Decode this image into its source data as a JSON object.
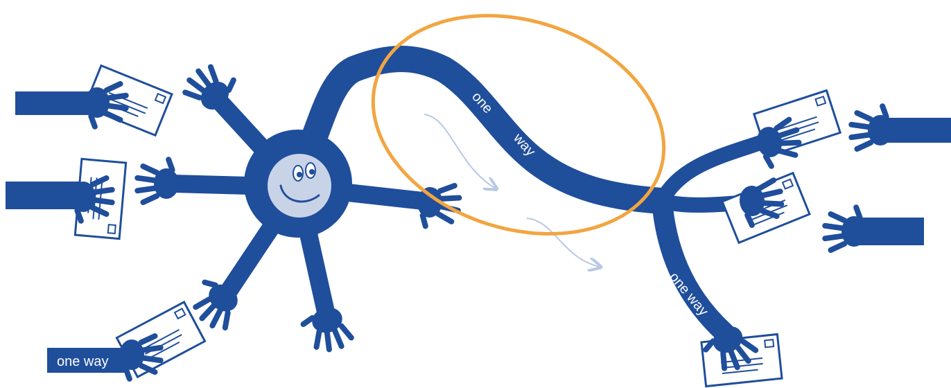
{
  "labels": {
    "axon_word_1": "one",
    "axon_word_2": "way",
    "branch_label": "one way",
    "arm_label": "one way"
  },
  "colors": {
    "neuron": "#1f4e9b",
    "face": "#c9d3e8",
    "envelope_fill": "#ffffff",
    "envelope_line": "#1f4e9b",
    "highlight_ellipse": "#f2a541",
    "flow_arrow": "#b8c8e4"
  },
  "icons": [
    "neuron-body-icon",
    "smiley-face-icon",
    "hand-icon",
    "envelope-icon",
    "arrow-icon"
  ]
}
